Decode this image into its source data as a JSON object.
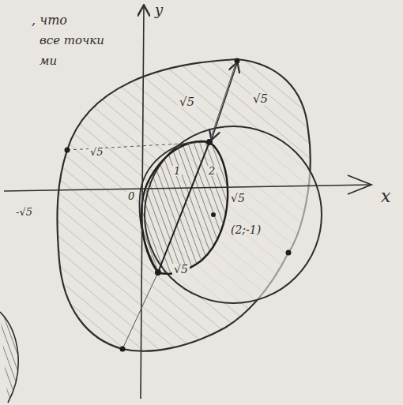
{
  "diagram": {
    "labels": [
      ", что",
      "все точки",
      "ми",
      "y",
      "x",
      "√5",
      "√5",
      "√5",
      "1",
      "2",
      "0",
      "√5",
      "(2;-1)",
      "√5",
      "-√5"
    ]
  }
}
